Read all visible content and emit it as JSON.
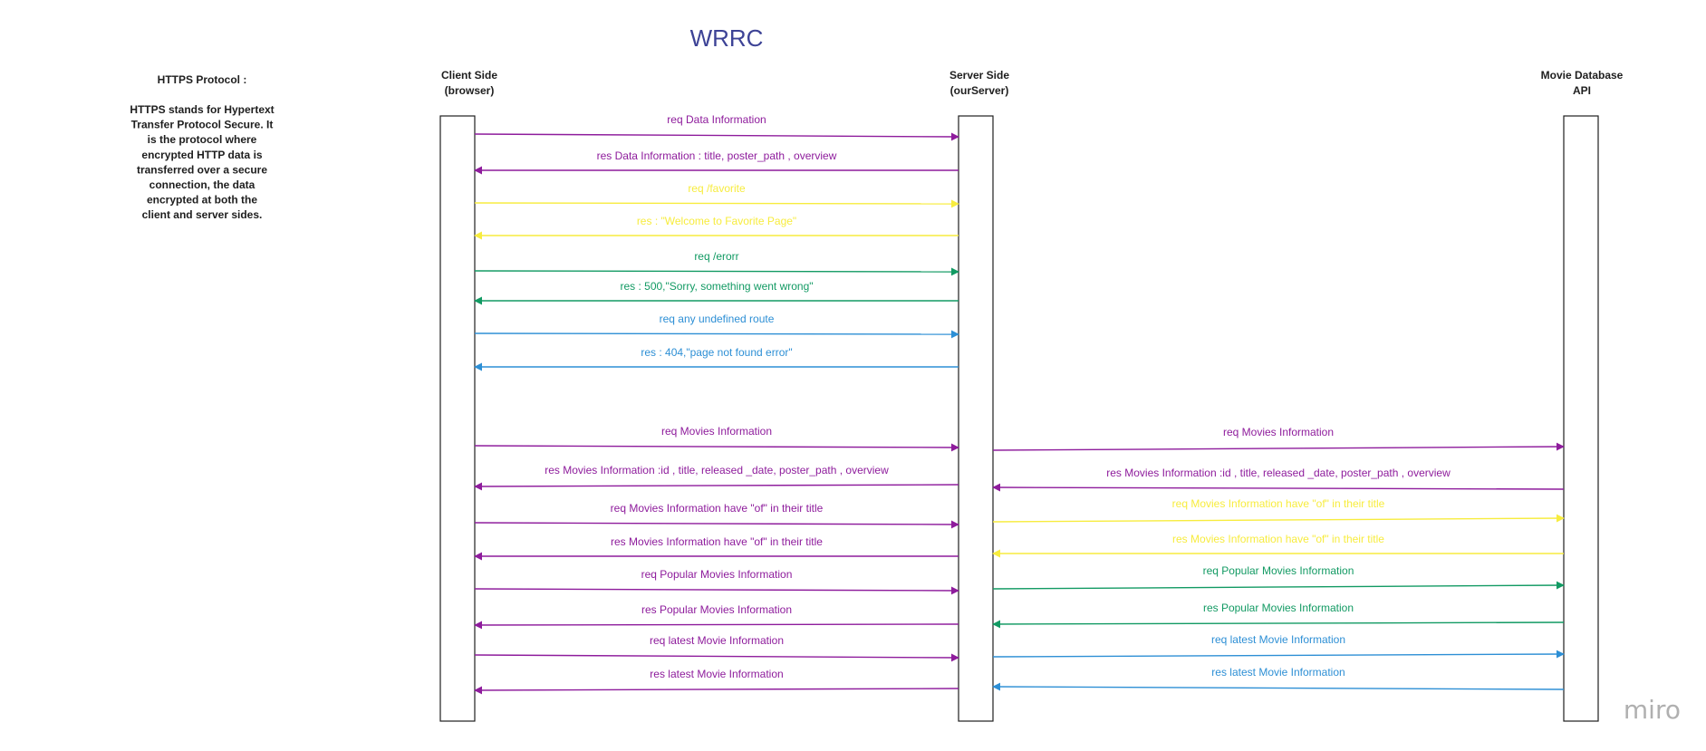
{
  "diagram": {
    "title": "WRRC",
    "watermark": "miro",
    "note": {
      "heading": "HTTPS Protocol :",
      "body_lines": [
        "HTTPS stands for Hypertext",
        "Transfer Protocol Secure. It",
        "is the protocol where",
        "encrypted HTTP data is",
        "transferred over a secure",
        "connection, the data",
        "encrypted at both the",
        "client and server sides."
      ]
    },
    "lanes": [
      {
        "id": "client",
        "label_lines": [
          "Client Side",
          "(browser)"
        ]
      },
      {
        "id": "server",
        "label_lines": [
          "Server Side",
          "(ourServer)"
        ]
      },
      {
        "id": "api",
        "label_lines": [
          "Movie Database",
          "API"
        ]
      }
    ],
    "colors": {
      "purple": "#8e1c9c",
      "yellow": "#f7ec3e",
      "green": "#129a63",
      "blue": "#2d8fd5",
      "lane_border": "#1e1e1e"
    },
    "messages": [
      {
        "from": "client",
        "to": "server",
        "label": "req Data Information",
        "color": "purple"
      },
      {
        "from": "server",
        "to": "client",
        "label": "res Data Information : title, poster_path , overview",
        "color": "purple"
      },
      {
        "from": "client",
        "to": "server",
        "label": "req /favorite",
        "color": "yellow"
      },
      {
        "from": "server",
        "to": "client",
        "label": "res : \"Welcome to Favorite Page\"",
        "color": "yellow"
      },
      {
        "from": "client",
        "to": "server",
        "label": "req /erorr",
        "color": "green"
      },
      {
        "from": "server",
        "to": "client",
        "label": "res : 500,\"Sorry, something went wrong\"",
        "color": "green"
      },
      {
        "from": "client",
        "to": "server",
        "label": "req any undefined route",
        "color": "blue"
      },
      {
        "from": "server",
        "to": "client",
        "label": "res : 404,\"page not found error\"",
        "color": "blue"
      },
      {
        "from": "client",
        "to": "server",
        "label": "req Movies Information",
        "color": "purple"
      },
      {
        "from": "server",
        "to": "api",
        "label": "req Movies Information",
        "color": "purple"
      },
      {
        "from": "server",
        "to": "client",
        "label": "res Movies Information :id ,  title, released _date, poster_path , overview",
        "color": "purple"
      },
      {
        "from": "api",
        "to": "server",
        "label": "res Movies Information :id ,  title, released _date, poster_path , overview",
        "color": "purple"
      },
      {
        "from": "client",
        "to": "server",
        "label": "req Movies Information have \"of\" in their title",
        "color": "purple"
      },
      {
        "from": "server",
        "to": "api",
        "label": "req Movies Information have \"of\" in their title",
        "color": "yellow"
      },
      {
        "from": "server",
        "to": "client",
        "label": "res Movies Information have \"of\" in their title",
        "color": "purple"
      },
      {
        "from": "api",
        "to": "server",
        "label": "res Movies Information have \"of\" in their title",
        "color": "yellow"
      },
      {
        "from": "client",
        "to": "server",
        "label": "req Popular Movies Information",
        "color": "purple"
      },
      {
        "from": "server",
        "to": "api",
        "label": "req Popular Movies Information",
        "color": "green"
      },
      {
        "from": "server",
        "to": "client",
        "label": "res Popular Movies Information",
        "color": "purple"
      },
      {
        "from": "api",
        "to": "server",
        "label": "res Popular Movies Information",
        "color": "green"
      },
      {
        "from": "client",
        "to": "server",
        "label": "req latest Movie Information",
        "color": "purple"
      },
      {
        "from": "server",
        "to": "api",
        "label": "req latest Movie Information",
        "color": "blue"
      },
      {
        "from": "server",
        "to": "client",
        "label": "res latest Movie Information",
        "color": "purple"
      },
      {
        "from": "api",
        "to": "server",
        "label": "res latest Movie Information",
        "color": "blue"
      }
    ]
  }
}
